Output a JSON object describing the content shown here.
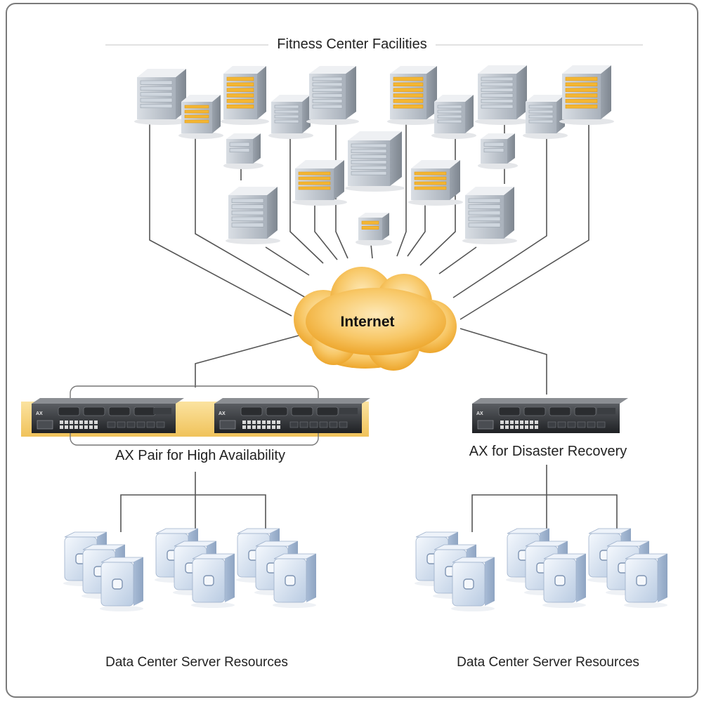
{
  "title": "Fitness Center Facilities",
  "cloud": {
    "label": "Internet"
  },
  "devices": {
    "ha_pair_label": "AX Pair for High Availability",
    "dr_label": "AX for Disaster Recovery",
    "badge_text": "AX",
    "accent_color": "#f3c868"
  },
  "server_groups": {
    "left_label": "Data Center Server Resources",
    "right_label": "Data Center Server Resources"
  },
  "colors": {
    "building_gray": "#bcc3cb",
    "building_window_yellow": "#f4b632",
    "cloud_fill": "#f8c868",
    "server_fill": "#d6e3f2",
    "line": "#555555"
  },
  "icons": {
    "building": "office-building-icon",
    "cloud": "internet-cloud-icon",
    "appliance": "ax-appliance-icon",
    "server": "server-icon"
  }
}
